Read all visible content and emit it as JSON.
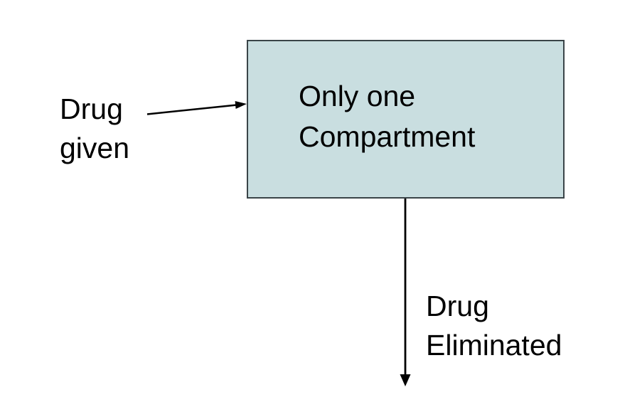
{
  "diagram": {
    "title": "one-compartment pharmacokinetic model",
    "labels": {
      "drug_given_line1": "Drug",
      "drug_given_line2": "given",
      "compartment_line1": "Only one",
      "compartment_line2": "Compartment",
      "drug_eliminated_line1": "Drug",
      "drug_eliminated_line2": "Eliminated"
    },
    "arrows": [
      {
        "name": "drug-given-arrow",
        "from": "Drug given label",
        "to": "compartment box left edge",
        "direction": "right"
      },
      {
        "name": "drug-eliminated-arrow",
        "from": "compartment box bottom edge",
        "to": "below box",
        "direction": "down"
      }
    ],
    "colors": {
      "background": "#ffffff",
      "box_fill": "#c9dee0",
      "box_border": "#3a4448",
      "text": "#000000",
      "arrow": "#000000"
    }
  }
}
